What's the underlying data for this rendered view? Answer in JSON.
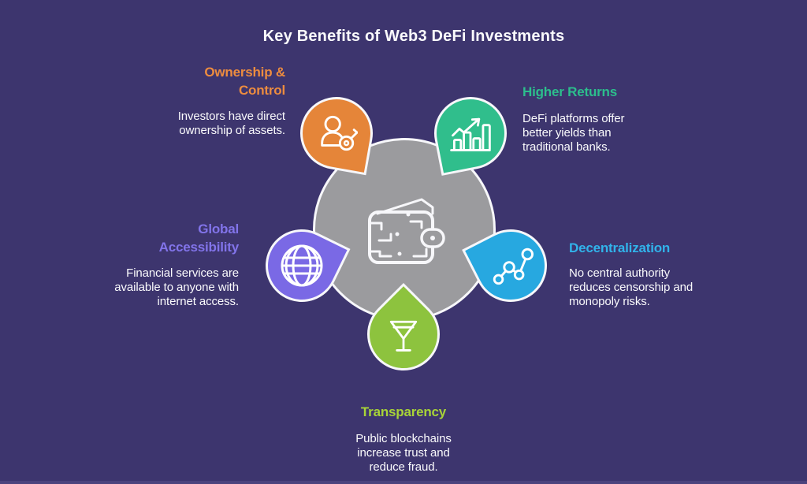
{
  "title": "Key Benefits of Web3 DeFi Investments",
  "colors": {
    "background": "#3D356E",
    "bottom_strip": "#4B437D",
    "center_circle": "#9B9B9E",
    "outline": "#F7F7FA",
    "body_text": "#FAFAFC"
  },
  "center": {
    "icon": "digital-wallet-icon"
  },
  "benefits": [
    {
      "id": "ownership-control",
      "heading": "Ownership & Control",
      "heading_line1": "Ownership &",
      "heading_line2": "Control",
      "description": "Investors have direct ownership of assets.",
      "icon": "person-key-icon",
      "heading_color": "#ED8C3F",
      "petal_color": "#E58539",
      "position": "top-left"
    },
    {
      "id": "higher-returns",
      "heading": "Higher Returns",
      "description": "DeFi platforms offer better yields than traditional banks.",
      "icon": "bar-chart-growth-icon",
      "heading_color": "#2CBE8C",
      "petal_color": "#30BE8C",
      "position": "top-right"
    },
    {
      "id": "global-accessibility",
      "heading": "Global Accessibility",
      "heading_line1": "Global",
      "heading_line2": "Accessibility",
      "description": "Financial services are available to anyone with internet access.",
      "icon": "globe-icon",
      "heading_color": "#8274EA",
      "petal_color": "#7A69E5",
      "position": "left"
    },
    {
      "id": "decentralization",
      "heading": "Decentralization",
      "description": "No central authority reduces censorship and monopoly risks.",
      "icon": "network-nodes-icon",
      "heading_color": "#31B3EA",
      "petal_color": "#27A8E0",
      "position": "right"
    },
    {
      "id": "transparency",
      "heading": "Transparency",
      "description": "Public blockchains increase trust and reduce fraud.",
      "icon": "martini-glass-icon",
      "heading_color": "#A8D437",
      "petal_color": "#8DC33E",
      "position": "bottom"
    }
  ]
}
